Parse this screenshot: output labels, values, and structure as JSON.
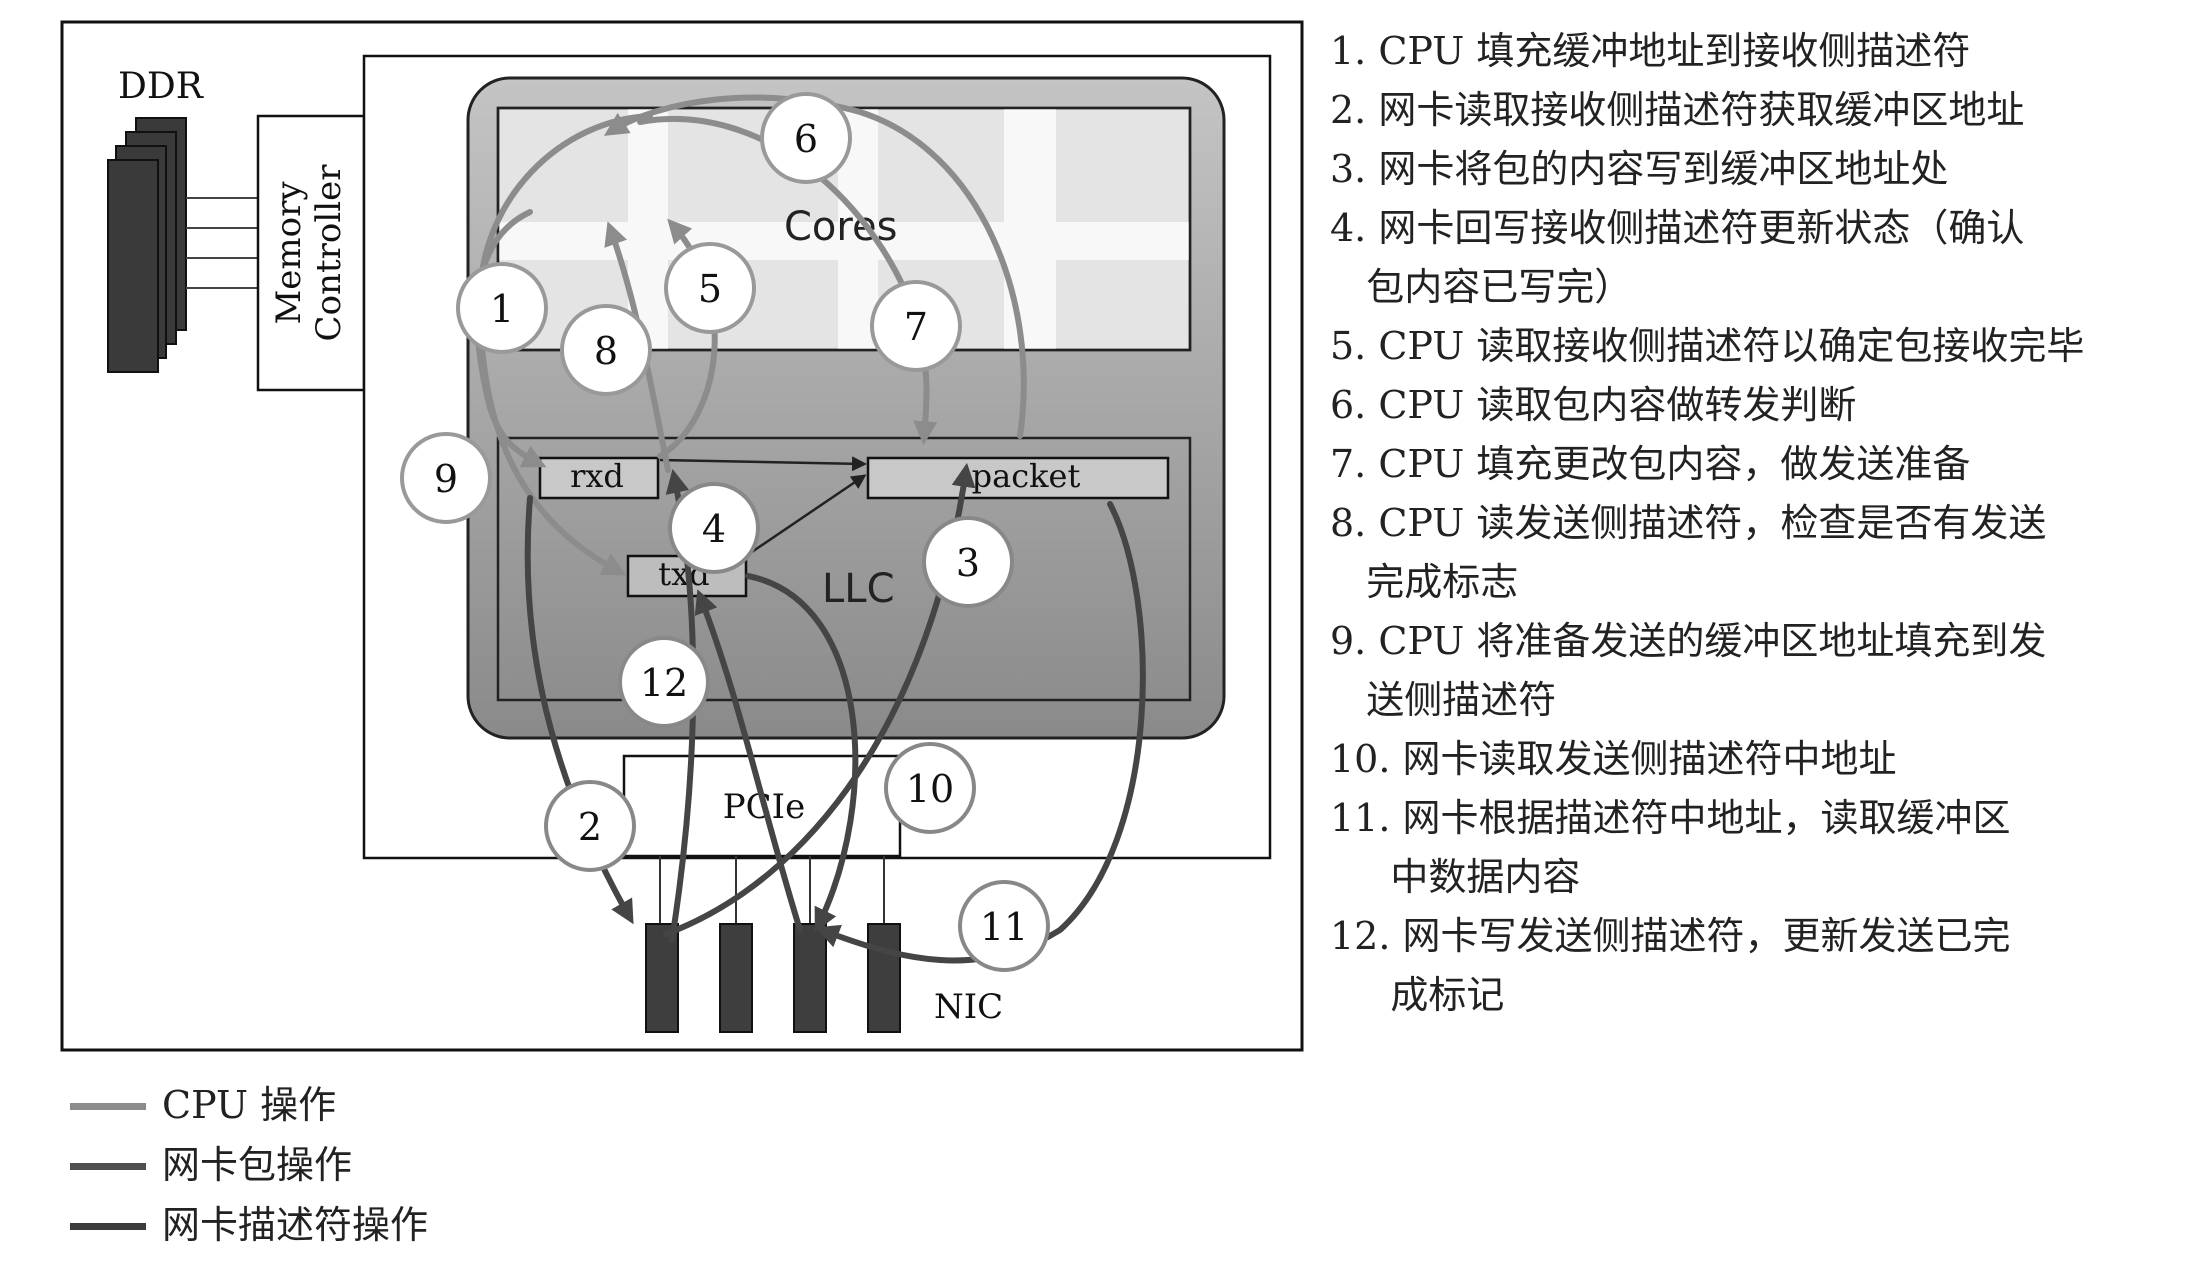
{
  "labels": {
    "ddr": "DDR",
    "memory_controller_1": "Memory",
    "memory_controller_2": "Controller",
    "cores": "Cores",
    "llc": "LLC",
    "rxd": "rxd",
    "txd": "txd",
    "packet": "packet",
    "pcie": "PCIe",
    "nic": "NIC"
  },
  "step_markers": [
    "1",
    "2",
    "3",
    "4",
    "5",
    "6",
    "7",
    "8",
    "9",
    "10",
    "11",
    "12"
  ],
  "steps": [
    "1. CPU 填充缓冲地址到接收侧描述符",
    "2. 网卡读取接收侧描述符获取缓冲区地址",
    "3. 网卡将包的内容写到缓冲区地址处",
    "4. 网卡回写接收侧描述符更新状态（确认\n   包内容已写完）",
    "5. CPU 读取接收侧描述符以确定包接收完毕",
    "6. CPU 读取包内容做转发判断",
    "7. CPU 填充更改包内容，做发送准备",
    "8. CPU 读发送侧描述符，检查是否有发送\n   完成标志",
    "9. CPU 将准备发送的缓冲区地址填充到发\n   送侧描述符",
    "10. 网卡读取发送侧描述符中地址",
    "11. 网卡根据描述符中地址，读取缓冲区\n     中数据内容",
    "12. 网卡写发送侧描述符，更新发送已完\n     成标记"
  ],
  "legend": [
    {
      "label": "CPU 操作",
      "color": "#8c8c8c"
    },
    {
      "label": "网卡包操作",
      "color": "#505050"
    },
    {
      "label": "网卡描述符操作",
      "color": "#3c3c3c"
    }
  ],
  "colors": {
    "cpu_op": "#8c8c8c",
    "nic_packet_op": "#505050",
    "nic_desc_op": "#3c3c3c"
  }
}
